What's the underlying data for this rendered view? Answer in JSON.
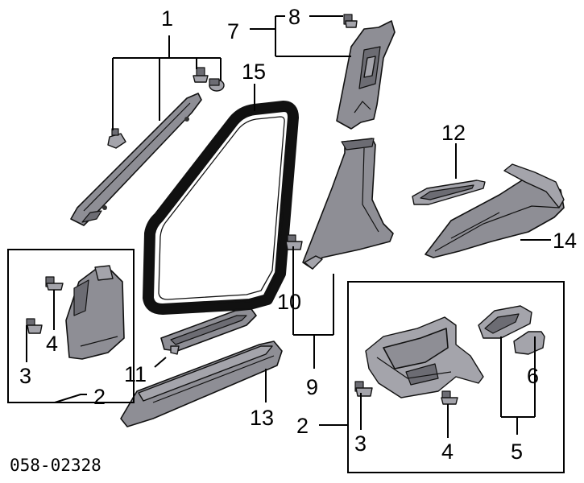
{
  "diagram_code": "058-02328",
  "callouts": {
    "c1": "1",
    "c2_left": "2",
    "c2_right": "2",
    "c3_left": "3",
    "c3_right": "3",
    "c4_left": "4",
    "c4_right": "4",
    "c5": "5",
    "c6": "6",
    "c7": "7",
    "c8": "8",
    "c9": "9",
    "c10": "10",
    "c11": "11",
    "c12": "12",
    "c13": "13",
    "c14": "14",
    "c15": "15"
  },
  "colors": {
    "part_fill": "#8e8e95",
    "line": "#000000",
    "background": "#ffffff"
  }
}
